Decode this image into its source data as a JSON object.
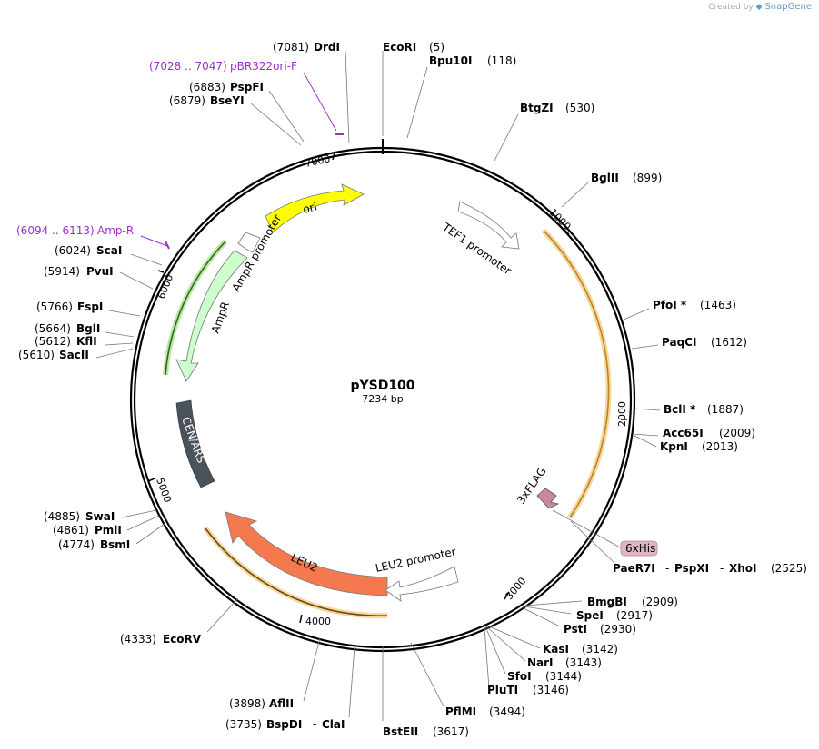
{
  "header": {
    "credit_prefix": "Created by",
    "credit_brand": "SnapGene"
  },
  "plasmid": {
    "name": "pYSD100",
    "size_label": "7234 bp"
  },
  "colors": {
    "ori": "#ffff00",
    "promoter": "#ffffff",
    "ampr": "#ccffcc",
    "cen": "#4a535b",
    "leu2": "#f5794f",
    "orf": "#d4a437",
    "flag": "#c58aa0",
    "his": "#e0b5c2",
    "primer": "#9b30c8"
  },
  "ticks": [
    "1000",
    "2000",
    "3000",
    "4000",
    "5000",
    "6000",
    "7000"
  ],
  "features": [
    {
      "name": "ori",
      "label": "ori"
    },
    {
      "name": "tef1-promoter",
      "label": "TEF1 promoter"
    },
    {
      "name": "ampr-promoter",
      "label": "AmpR promoter"
    },
    {
      "name": "ampr",
      "label": "AmpR"
    },
    {
      "name": "cen-ars",
      "label": "CEN/ARS"
    },
    {
      "name": "leu2",
      "label": "LEU2"
    },
    {
      "name": "leu2-promoter",
      "label": "LEU2 promoter"
    },
    {
      "name": "3xflag",
      "label": "3xFLAG"
    },
    {
      "name": "6xhis",
      "label": "6xHis"
    }
  ],
  "primers": [
    {
      "pos": "(7028 .. 7047)",
      "name": "pBR322ori-F"
    },
    {
      "pos": "(6094 .. 6113)",
      "name": "Amp-R"
    }
  ],
  "sites": [
    {
      "name": "DrdI",
      "pos": "(7081)"
    },
    {
      "name": "EcoRI",
      "pos": "(5)"
    },
    {
      "name": "Bpu10I",
      "pos": "(118)"
    },
    {
      "name": "PspFI",
      "pos": "(6883)"
    },
    {
      "name": "BseYI",
      "pos": "(6879)"
    },
    {
      "name": "BtgZI",
      "pos": "(530)"
    },
    {
      "name": "BglII",
      "pos": "(899)"
    },
    {
      "name": "ScaI",
      "pos": "(6024)"
    },
    {
      "name": "PvuI",
      "pos": "(5914)"
    },
    {
      "name": "FspI",
      "pos": "(5766)"
    },
    {
      "name": "BglI",
      "pos": "(5664)"
    },
    {
      "name": "KflI",
      "pos": "(5612)"
    },
    {
      "name": "SacII",
      "pos": "(5610)"
    },
    {
      "name": "PfoI *",
      "pos": "(1463)"
    },
    {
      "name": "PaqCI",
      "pos": "(1612)"
    },
    {
      "name": "BclI *",
      "pos": "(1887)"
    },
    {
      "name": "Acc65I",
      "pos": "(2009)"
    },
    {
      "name": "KpnI",
      "pos": "(2013)"
    },
    {
      "name": "SwaI",
      "pos": "(4885)"
    },
    {
      "name": "PmlI",
      "pos": "(4861)"
    },
    {
      "name": "BsmI",
      "pos": "(4774)"
    },
    {
      "name": "PaeR7I",
      "pos": ""
    },
    {
      "name": "PspXI",
      "pos": ""
    },
    {
      "name": "XhoI",
      "pos": "(2525)"
    },
    {
      "name": "BmgBI",
      "pos": "(2909)"
    },
    {
      "name": "SpeI",
      "pos": "(2917)"
    },
    {
      "name": "PstI",
      "pos": "(2930)"
    },
    {
      "name": "KasI",
      "pos": "(3142)"
    },
    {
      "name": "NarI",
      "pos": "(3143)"
    },
    {
      "name": "SfoI",
      "pos": "(3144)"
    },
    {
      "name": "PluTI",
      "pos": "(3146)"
    },
    {
      "name": "EcoRV",
      "pos": "(4333)"
    },
    {
      "name": "PflMI",
      "pos": "(3494)"
    },
    {
      "name": "AflII",
      "pos": "(3898)"
    },
    {
      "name": "BspDI",
      "pos": ""
    },
    {
      "name": "ClaI",
      "pos": "(3735)"
    },
    {
      "name": "BstEII",
      "pos": "(3617)"
    }
  ],
  "separators": {
    "dash": "-"
  }
}
